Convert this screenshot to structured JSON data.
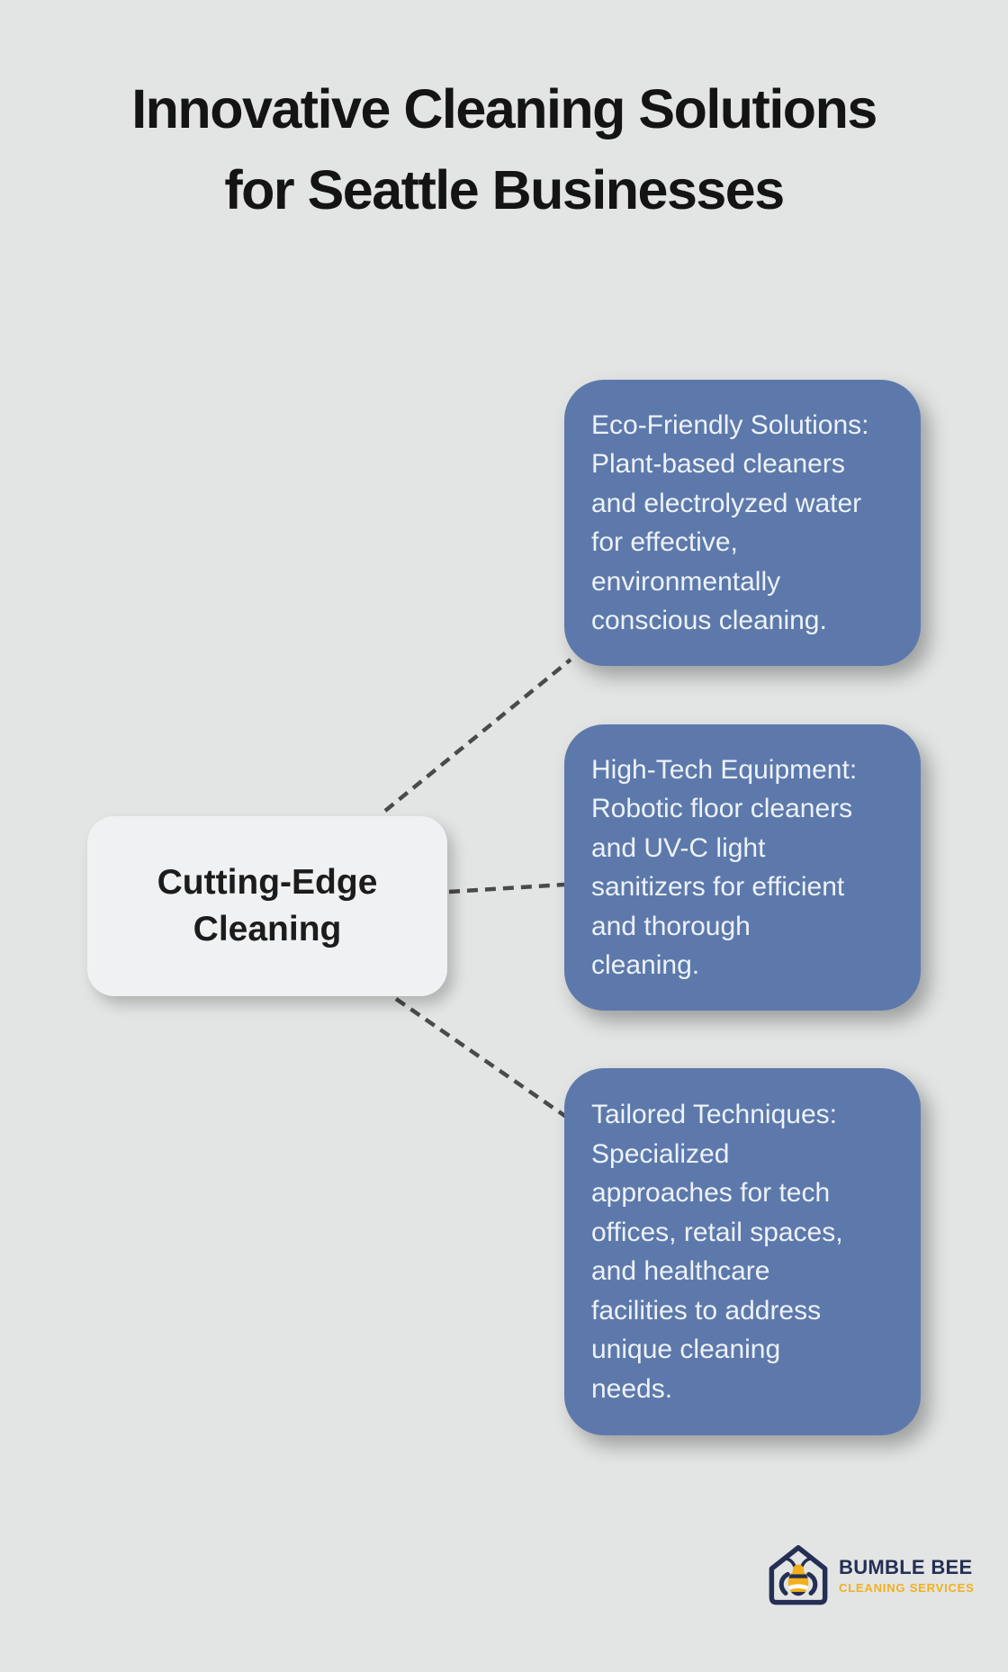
{
  "title": {
    "text": "Innovative Cleaning Solutions\nfor Seattle Businesses"
  },
  "center_node": {
    "label": "Cutting-Edge\nCleaning"
  },
  "branches": [
    {
      "name": "eco-friendly-solutions",
      "text": "Eco-Friendly Solutions:\nPlant-based cleaners\nand electrolyzed water\nfor effective,\nenvironmentally\nconscious cleaning."
    },
    {
      "name": "high-tech-equipment",
      "text": "High-Tech Equipment:\nRobotic floor cleaners\nand UV-C light\nsanitizers for efficient\nand thorough\ncleaning."
    },
    {
      "name": "tailored-techniques",
      "text": "Tailored Techniques:\nSpecialized\napproaches for tech\noffices, retail spaces,\nand healthcare\nfacilities to address\nunique cleaning\nneeds."
    }
  ],
  "logo": {
    "brand": "BUMBLE BEE",
    "tagline": "CLEANING SERVICES"
  },
  "colors": {
    "background": "#e3e5e4",
    "branch_blue": "#5d79ab",
    "branch_text": "#edf2f8",
    "node_bg": "#f0f1f2",
    "node_text": "#1c1c1c",
    "title_text": "#141414",
    "connector_gray": "#4a4a4a",
    "logo_navy": "#252f55",
    "logo_gold": "#f2b01c",
    "logo_white": "#ffffff"
  }
}
